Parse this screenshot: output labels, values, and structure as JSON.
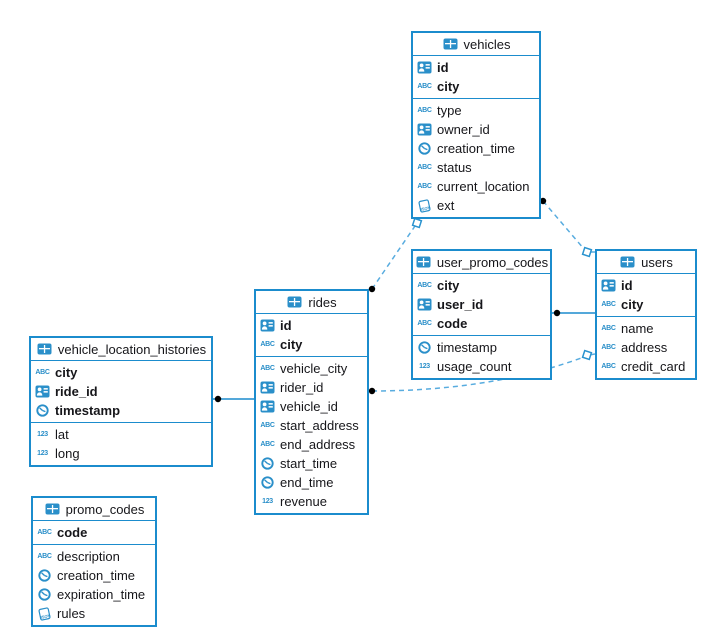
{
  "colors": {
    "table_border": "#1b8ccd",
    "icon_blue": "#2a8fc9",
    "text": "#16161a",
    "dashed_line": "#58acdf",
    "solid_line": "#1b8ccd",
    "connector_dot": "#000000",
    "marker_square_fill": "#ffffff"
  },
  "icons": {
    "string_label": "ABC",
    "numeric_label": "123",
    "json_label": "JSON"
  },
  "tables": {
    "vehicles": {
      "name": "vehicles",
      "primary": [
        {
          "icon": "id-icon",
          "label": "id"
        },
        {
          "icon": "string-icon",
          "label": "city"
        }
      ],
      "fields": [
        {
          "icon": "string-icon",
          "label": "type"
        },
        {
          "icon": "id-icon",
          "label": "owner_id"
        },
        {
          "icon": "datetime-icon",
          "label": "creation_time"
        },
        {
          "icon": "string-icon",
          "label": "status"
        },
        {
          "icon": "string-icon",
          "label": "current_location"
        },
        {
          "icon": "json-icon",
          "label": "ext"
        }
      ]
    },
    "user_promo_codes": {
      "name": "user_promo_codes",
      "primary": [
        {
          "icon": "string-icon",
          "label": "city"
        },
        {
          "icon": "id-icon",
          "label": "user_id"
        },
        {
          "icon": "string-icon",
          "label": "code"
        }
      ],
      "fields": [
        {
          "icon": "datetime-icon",
          "label": "timestamp"
        },
        {
          "icon": "numeric-icon",
          "label": "usage_count"
        }
      ]
    },
    "users": {
      "name": "users",
      "primary": [
        {
          "icon": "id-icon",
          "label": "id"
        },
        {
          "icon": "string-icon",
          "label": "city"
        }
      ],
      "fields": [
        {
          "icon": "string-icon",
          "label": "name"
        },
        {
          "icon": "string-icon",
          "label": "address"
        },
        {
          "icon": "string-icon",
          "label": "credit_card"
        }
      ]
    },
    "rides": {
      "name": "rides",
      "primary": [
        {
          "icon": "id-icon",
          "label": "id"
        },
        {
          "icon": "string-icon",
          "label": "city"
        }
      ],
      "fields": [
        {
          "icon": "string-icon",
          "label": "vehicle_city"
        },
        {
          "icon": "id-icon",
          "label": "rider_id"
        },
        {
          "icon": "id-icon",
          "label": "vehicle_id"
        },
        {
          "icon": "string-icon",
          "label": "start_address"
        },
        {
          "icon": "string-icon",
          "label": "end_address"
        },
        {
          "icon": "datetime-icon",
          "label": "start_time"
        },
        {
          "icon": "datetime-icon",
          "label": "end_time"
        },
        {
          "icon": "numeric-icon",
          "label": "revenue"
        }
      ]
    },
    "vehicle_location_histories": {
      "name": "vehicle_location_histories",
      "primary": [
        {
          "icon": "string-icon",
          "label": "city"
        },
        {
          "icon": "id-icon",
          "label": "ride_id"
        },
        {
          "icon": "datetime-icon",
          "label": "timestamp"
        }
      ],
      "fields": [
        {
          "icon": "numeric-icon",
          "label": "lat"
        },
        {
          "icon": "numeric-icon",
          "label": "long"
        }
      ]
    },
    "promo_codes": {
      "name": "promo_codes",
      "primary": [
        {
          "icon": "string-icon",
          "label": "code"
        }
      ],
      "fields": [
        {
          "icon": "string-icon",
          "label": "description"
        },
        {
          "icon": "datetime-icon",
          "label": "creation_time"
        },
        {
          "icon": "datetime-icon",
          "label": "expiration_time"
        },
        {
          "icon": "json-icon",
          "label": "rules"
        }
      ]
    }
  },
  "relations": [
    {
      "from": "vehicles",
      "to": "users",
      "style": "dashed"
    },
    {
      "from": "rides",
      "to": "vehicles",
      "style": "dashed"
    },
    {
      "from": "rides",
      "to": "users",
      "style": "dashed"
    },
    {
      "from": "user_promo_codes",
      "to": "users",
      "style": "solid"
    },
    {
      "from": "vehicle_location_histories",
      "to": "rides",
      "style": "solid"
    }
  ]
}
